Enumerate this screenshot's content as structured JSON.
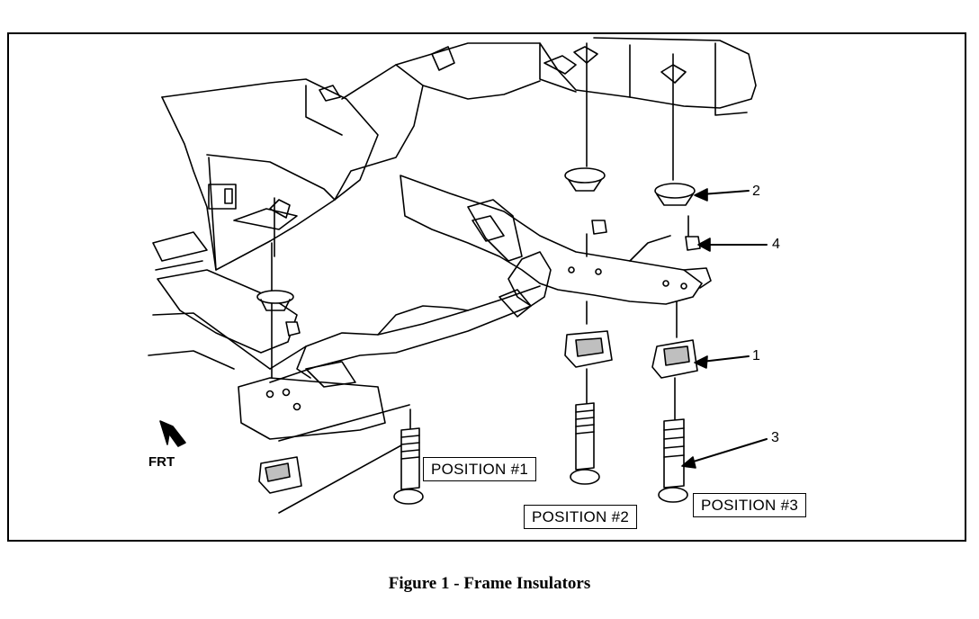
{
  "figure": {
    "caption": "Figure 1 - Frame Insulators",
    "front_indicator": "FRT",
    "position_labels": [
      "POSITION #1",
      "POSITION #2",
      "POSITION #3"
    ],
    "callouts": [
      "1",
      "2",
      "3",
      "4"
    ]
  }
}
